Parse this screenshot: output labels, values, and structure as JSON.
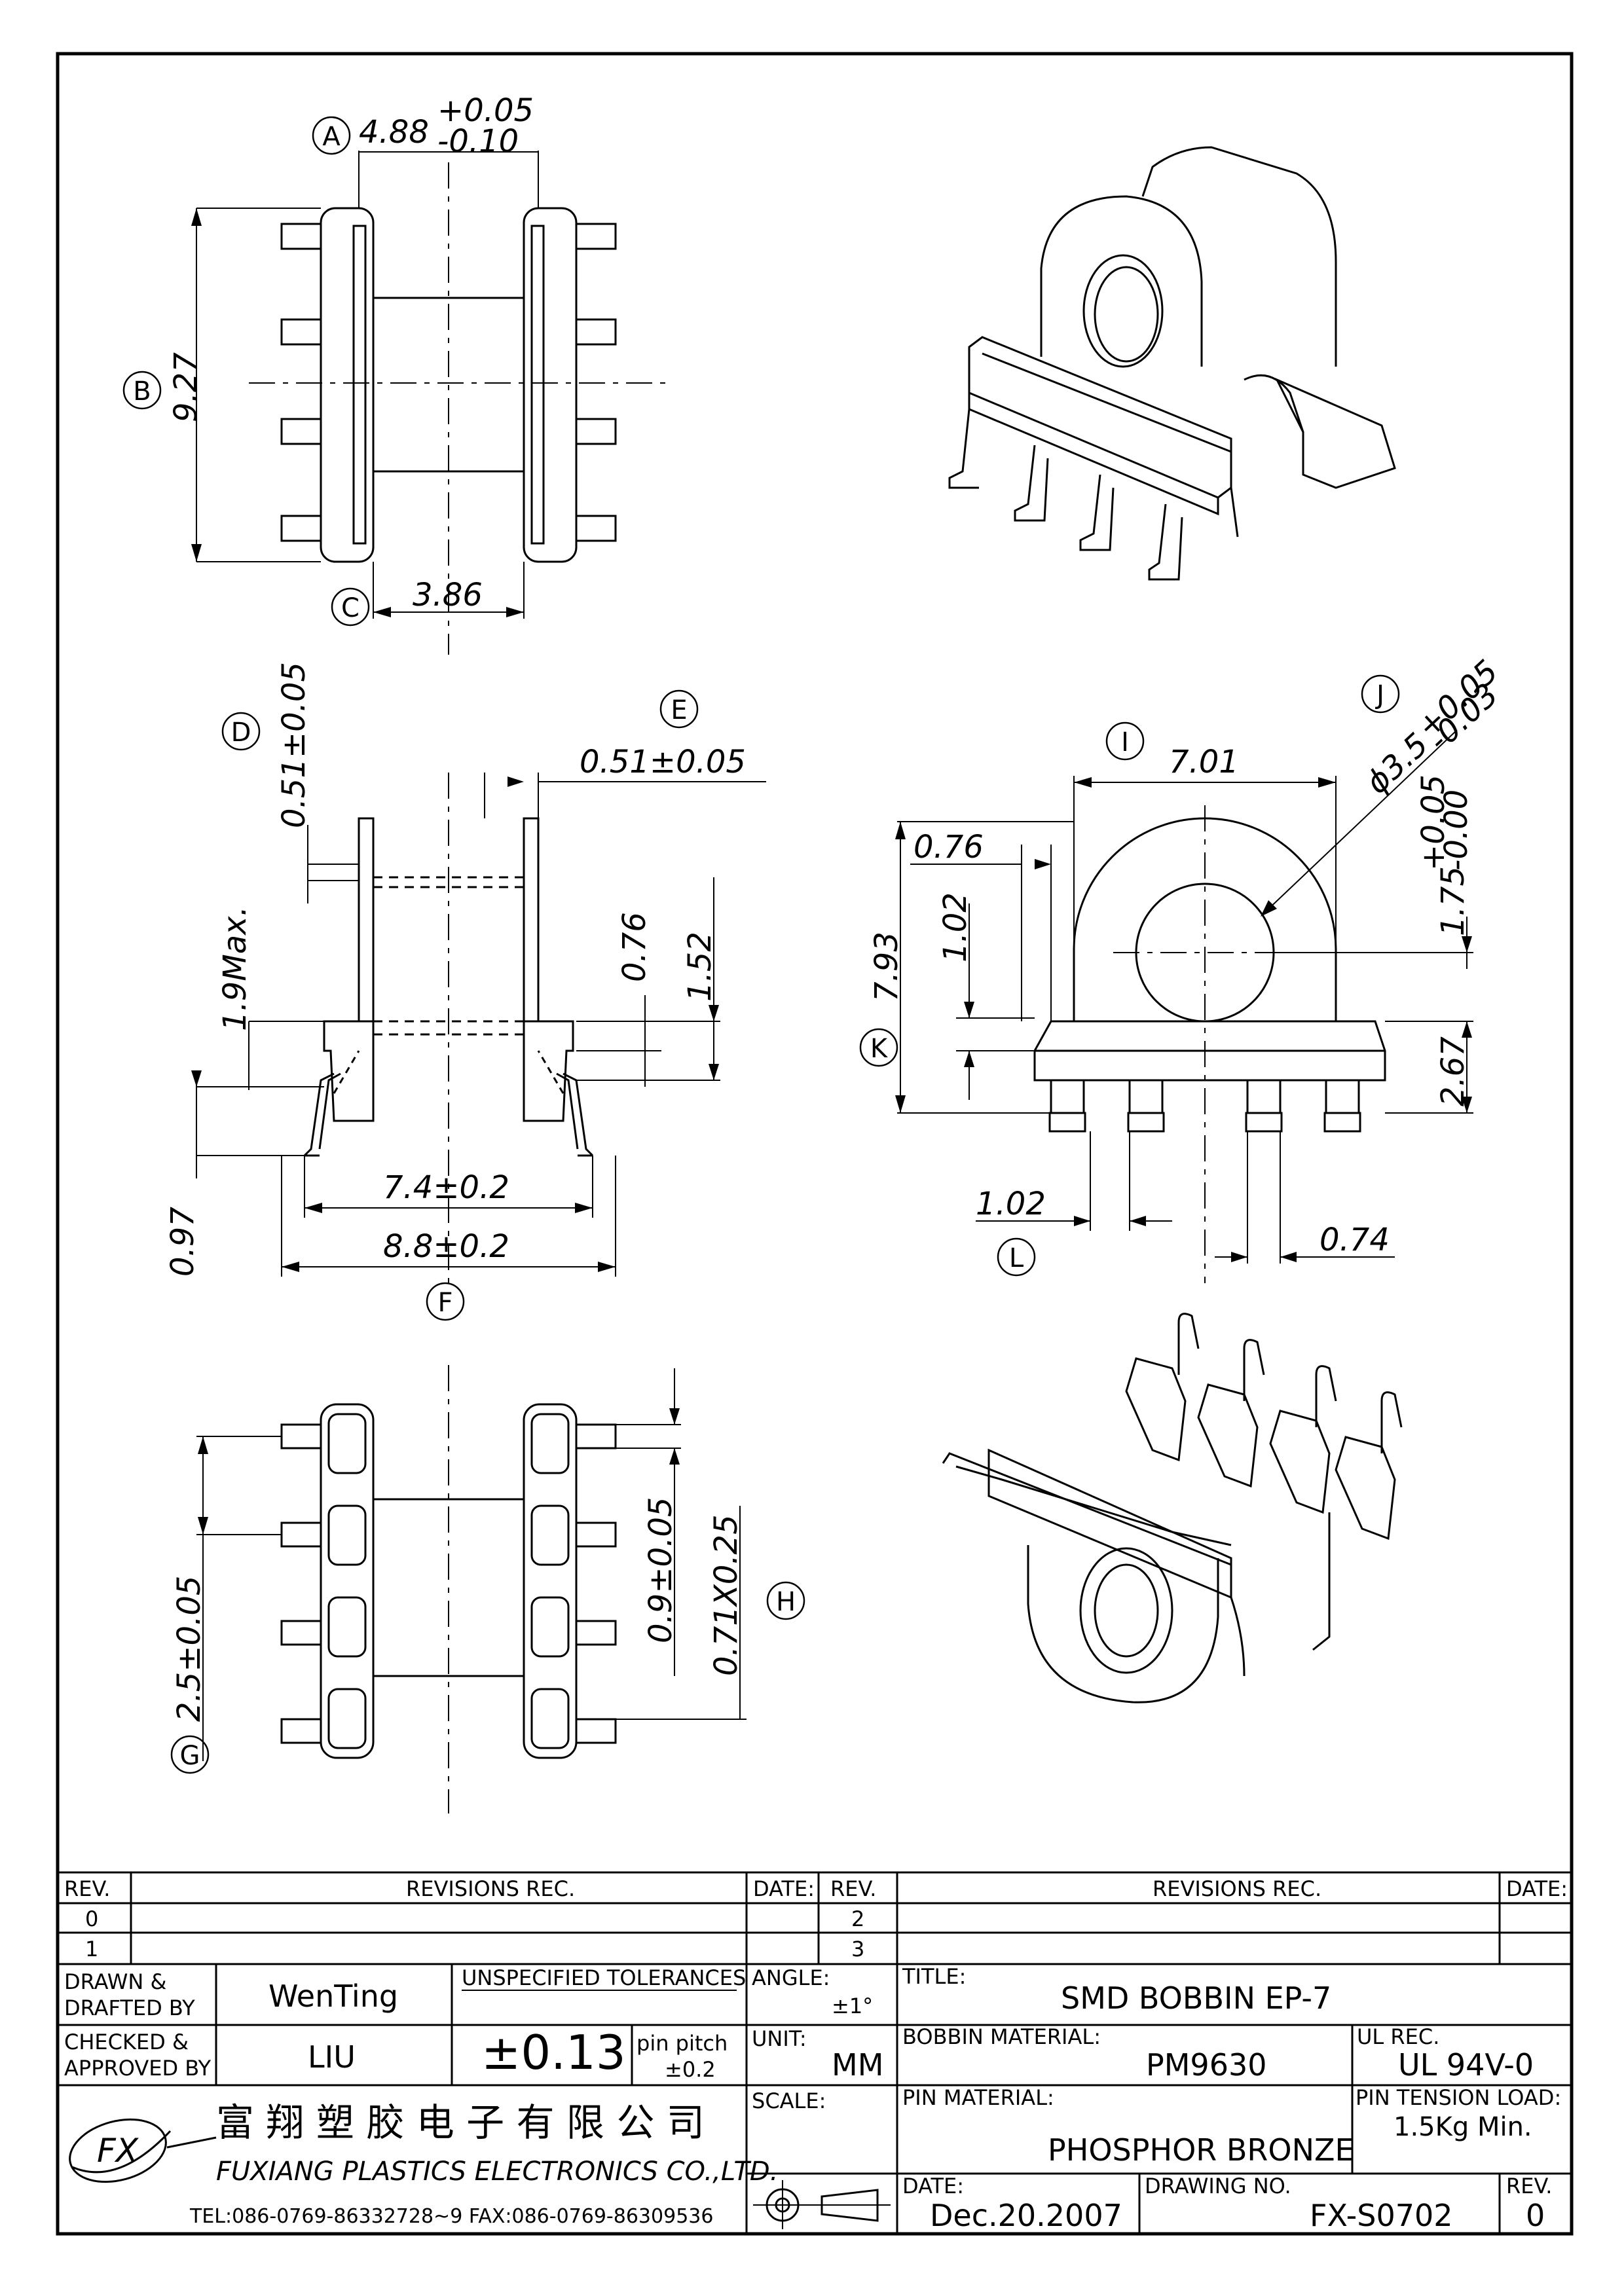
{
  "drawing": {
    "view_top": {
      "labels": {
        "A": "A",
        "B": "B",
        "C": "C"
      },
      "dims": {
        "a_main": "4.88",
        "a_plus": "+0.05",
        "a_minus": "-0.10",
        "b": "9.27",
        "c": "3.86"
      }
    },
    "view_side": {
      "labels": {
        "D": "D",
        "E": "E",
        "F": "F"
      },
      "dims": {
        "d": "0.51±0.05",
        "e": "0.51±0.05",
        "max": "1.9Max.",
        "v076": "0.76",
        "v152": "1.52",
        "v097": "0.97",
        "w74": "7.4±0.2",
        "w88": "8.8±0.2"
      }
    },
    "view_front": {
      "labels": {
        "I": "I",
        "J": "J",
        "K": "K",
        "L": "L"
      },
      "dims": {
        "i": "7.01",
        "j_main": "ϕ3.5",
        "j_plus": "+0.05",
        "j_minus": "-0.03",
        "h175_main": "1.75",
        "h175_plus": "+0.05",
        "h175_minus": "-0.00",
        "w076": "0.76",
        "h102": "1.02",
        "k": "7.93",
        "h267": "2.67",
        "l102": "1.02",
        "l074": "0.74"
      }
    },
    "view_bottom": {
      "labels": {
        "G": "G",
        "H": "H"
      },
      "dims": {
        "g": "2.5±0.05",
        "h09": "0.9±0.05",
        "h071": "0.71X0.25"
      }
    }
  },
  "title_block": {
    "revisions": {
      "headers": {
        "rev": "REV.",
        "rec": "REVISIONS  REC.",
        "date": "DATE:"
      },
      "rows_left": [
        "0",
        "1"
      ],
      "rows_right": [
        "2",
        "3"
      ]
    },
    "drawn_label": [
      "DRAWN &",
      "DRAFTED BY"
    ],
    "drawn_value": "WenTing",
    "checked_label": [
      "CHECKED &",
      "APPROVED BY"
    ],
    "checked_value": "LIU",
    "tol_label": "UNSPECIFIED TOLERANCES",
    "tol_value": "±0.13",
    "pin_pitch_label": "pin pitch",
    "pin_pitch_value": "±0.2",
    "angle_label": "ANGLE:",
    "angle_value": "±1°",
    "unit_label": "UNIT:",
    "unit_value": "MM",
    "scale_label": "SCALE:",
    "title_label": "TITLE:",
    "title_value": "SMD BOBBIN EP-7",
    "bobbin_label": "BOBBIN MATERIAL:",
    "bobbin_value": "PM9630",
    "ul_label": "UL REC.",
    "ul_value": "UL 94V-0",
    "pin_label": "PIN MATERIAL:",
    "pin_value": "PHOSPHOR BRONZE",
    "tension_label": "PIN TENSION LOAD:",
    "tension_value": "1.5Kg Min.",
    "date_label": "DATE:",
    "date_value": "Dec.20.2007",
    "drawing_no_label": "DRAWING NO.",
    "drawing_no_value": "FX-S0702",
    "rev_label": "REV.",
    "rev_value": "0",
    "company_cn": "富 翔 塑 胶 电 子 有 限 公 司",
    "company_en": "FUXIANG PLASTICS ELECTRONICS CO.,LTD.",
    "contact": "TEL:086-0769-86332728~9  FAX:086-0769-86309536",
    "logo_text": "FX"
  }
}
